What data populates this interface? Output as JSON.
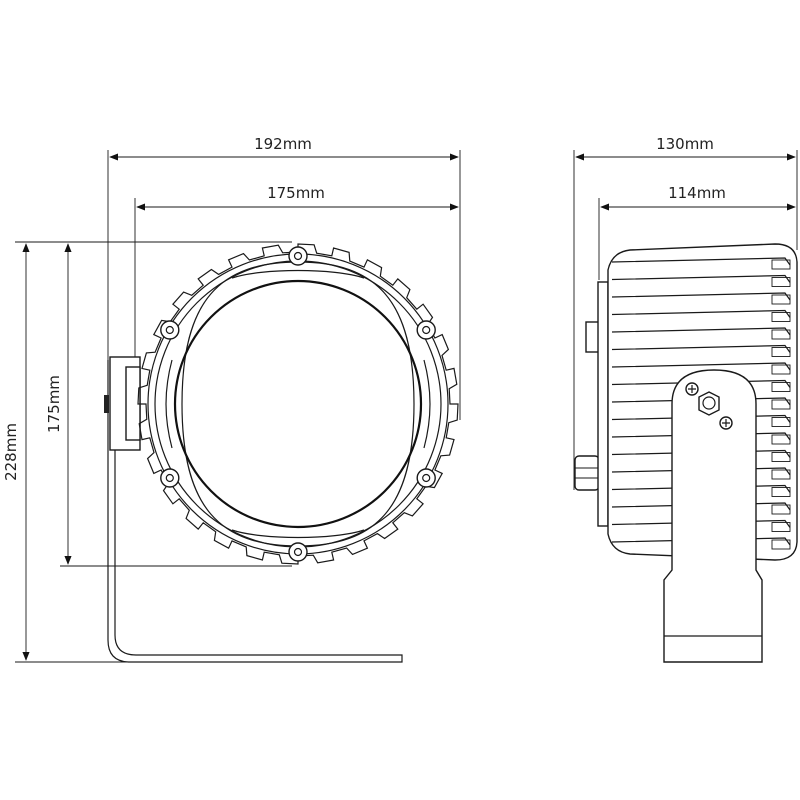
{
  "dimensions": {
    "front_width_overall": "192mm",
    "front_width_body": "175mm",
    "front_height_body": "175mm",
    "front_height_overall": "228mm",
    "side_depth_overall": "130mm",
    "side_depth_body": "114mm"
  },
  "colors": {
    "line": "#1a1a1a",
    "background": "#ffffff"
  }
}
